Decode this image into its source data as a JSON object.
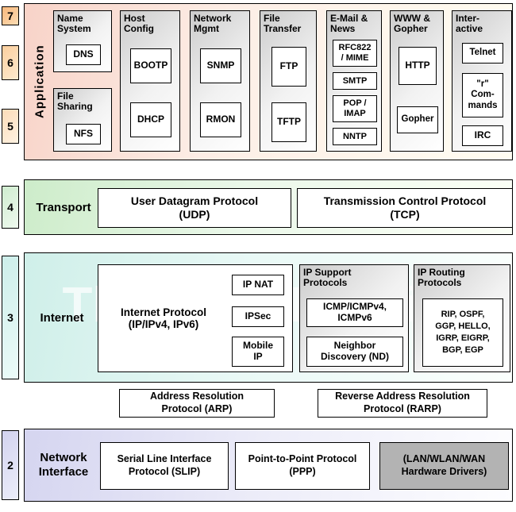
{
  "watermark": "The TCP/IP Guide",
  "layers": {
    "n7": "7",
    "n6": "6",
    "n5": "5",
    "n4": "4",
    "n3": "3",
    "n2": "2"
  },
  "application": {
    "label": "Application",
    "name_system": {
      "title": "Name\nSystem",
      "dns": "DNS"
    },
    "file_sharing": {
      "title": "File\nSharing",
      "nfs": "NFS"
    },
    "host_config": {
      "title": "Host\nConfig",
      "bootp": "BOOTP",
      "dhcp": "DHCP"
    },
    "network_mgmt": {
      "title": "Network\nMgmt",
      "snmp": "SNMP",
      "rmon": "RMON"
    },
    "file_transfer": {
      "title": "File\nTransfer",
      "ftp": "FTP",
      "tftp": "TFTP"
    },
    "email_news": {
      "title": "E-Mail &\nNews",
      "rfc822_mime": "RFC822\n/ MIME",
      "smtp": "SMTP",
      "pop_imap": "POP /\nIMAP",
      "nntp": "NNTP"
    },
    "www_gopher": {
      "title": "WWW &\nGopher",
      "http": "HTTP",
      "gopher": "Gopher"
    },
    "interactive": {
      "title": "Inter-\nactive",
      "telnet": "Telnet",
      "r_commands": "\"r\"\nCom-\nmands",
      "irc": "IRC"
    }
  },
  "transport": {
    "label": "Transport",
    "udp": "User Datagram Protocol\n(UDP)",
    "tcp": "Transmission Control Protocol\n(TCP)"
  },
  "internet": {
    "label": "Internet",
    "ip": {
      "label": "Internet Protocol\n(IP/IPv4, IPv6)",
      "ip_nat": "IP NAT",
      "ipsec": "IPSec",
      "mobile_ip": "Mobile\nIP"
    },
    "ip_support": {
      "title": "IP Support\nProtocols",
      "icmp": "ICMP/ICMPv4,\nICMPv6",
      "nd": "Neighbor\nDiscovery (ND)"
    },
    "ip_routing": {
      "title": "IP Routing\nProtocols",
      "list": "RIP, OSPF,\nGGP, HELLO,\nIGRP, EIGRP,\nBGP, EGP"
    }
  },
  "resolution": {
    "arp": "Address Resolution\nProtocol (ARP)",
    "rarp": "Reverse Address Resolution\nProtocol (RARP)"
  },
  "network_interface": {
    "label": "Network\nInterface",
    "slip": "Serial Line Interface\nProtocol (SLIP)",
    "ppp": "Point-to-Point Protocol\n(PPP)",
    "hardware": "(LAN/WLAN/WAN\nHardware Drivers)"
  }
}
